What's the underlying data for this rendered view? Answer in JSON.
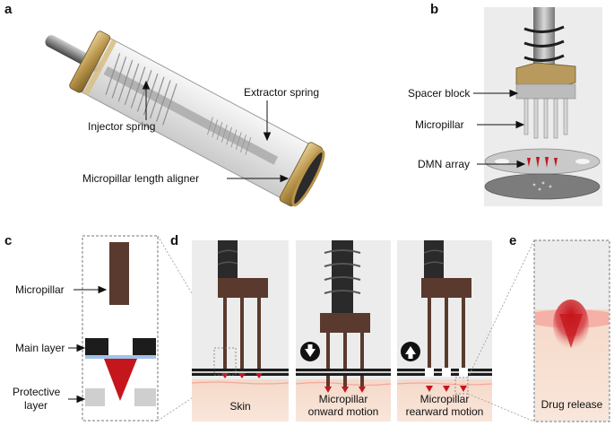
{
  "panels": {
    "a": {
      "letter": "a",
      "labels": {
        "extractor_spring": "Extractor spring",
        "injector_spring": "Injector spring",
        "micropillar_length_aligner": "Micropillar length aligner"
      }
    },
    "b": {
      "letter": "b",
      "labels": {
        "spacer_block": "Spacer block",
        "micropillar": "Micropillar",
        "dmn_array": "DMN array"
      }
    },
    "c": {
      "letter": "c",
      "labels": {
        "micropillar": "Micropillar",
        "main_layer": "Main layer",
        "protective_layer_1": "Protective",
        "protective_layer_2": "layer"
      }
    },
    "d": {
      "letter": "d",
      "captions": {
        "skin": "Skin",
        "onward_1": "Micropillar",
        "onward_2": "onward motion",
        "rearward_1": "Micropillar",
        "rearward_2": "rearward motion"
      }
    },
    "e": {
      "letter": "e",
      "caption": "Drug release"
    }
  },
  "colors": {
    "pillar_brown": "#5a3a2e",
    "spring_dark": "#2e2e2e",
    "skin_pink": "#f1c9b8",
    "skin_top": "#f6b0a6",
    "drug_red": "#c4161c",
    "main_layer_blue": "#9fc3ea",
    "brass": "#b8944a",
    "panel_bg": "#ececec"
  }
}
